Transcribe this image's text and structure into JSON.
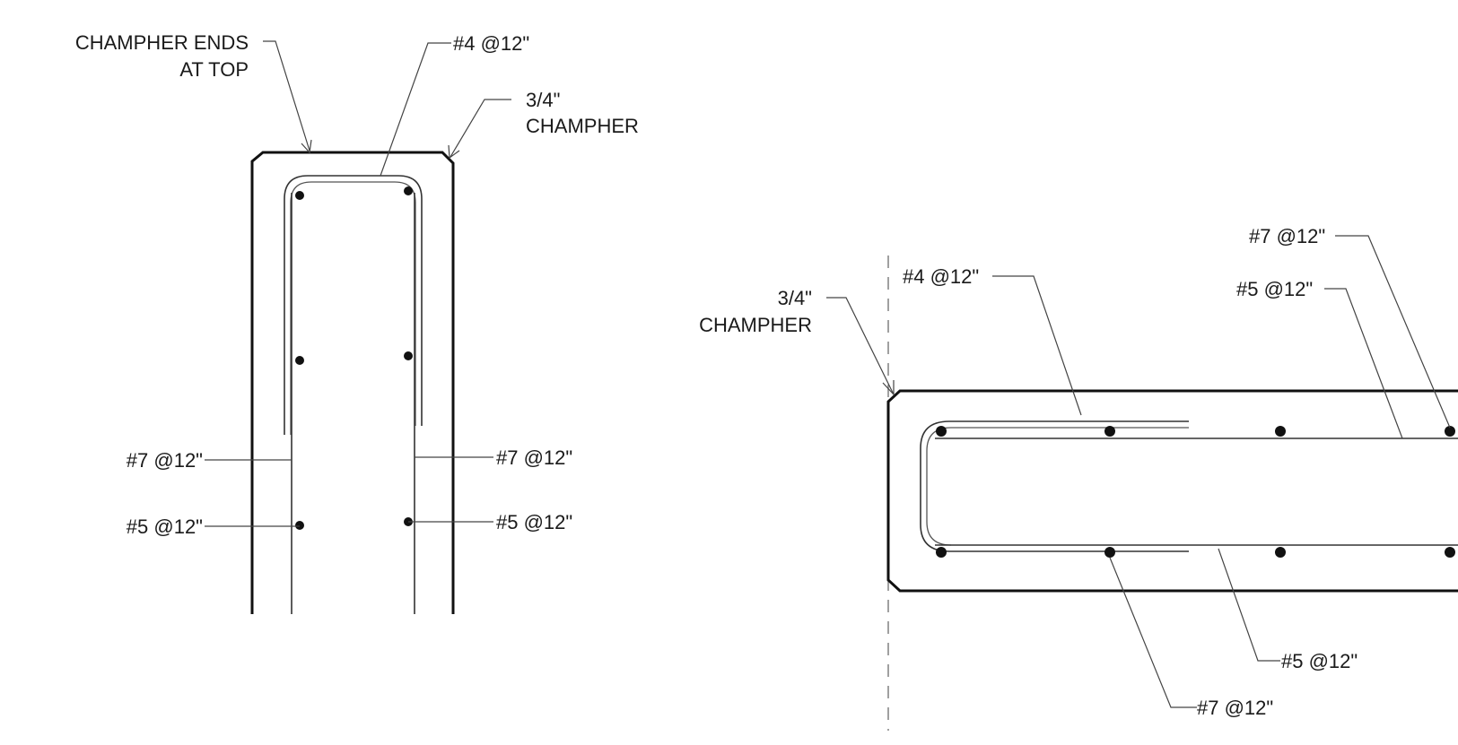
{
  "colors": {
    "line": "#111111",
    "text": "#1a1a1a",
    "background": "#ffffff"
  },
  "wall_section": {
    "labels": {
      "chamfer_ends": [
        "CHAMPHER ENDS",
        "AT TOP"
      ],
      "top_bar": "#4 @12\"",
      "chamfer": [
        "3/4\"",
        "CHAMPHER"
      ],
      "left_vertical": "#7 @12\"",
      "left_horizontal": "#5 @12\"",
      "right_vertical": "#7 @12\"",
      "right_horizontal": "#5 @12\""
    }
  },
  "footing_section": {
    "labels": {
      "chamfer": [
        "3/4\"",
        "CHAMPHER"
      ],
      "top_bar": "#4 @12\"",
      "top_right_7": "#7 @12\"",
      "top_right_5": "#5 @12\"",
      "bottom_5": "#5 @12\"",
      "bottom_7": "#7 @12\""
    }
  }
}
